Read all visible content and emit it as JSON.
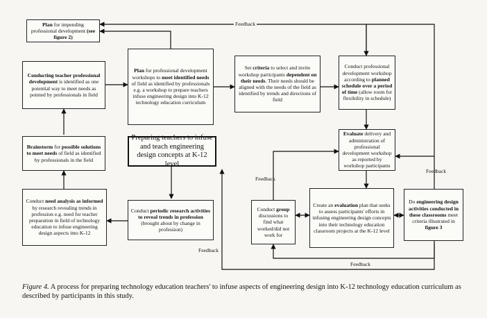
{
  "boxes": {
    "plan_pd": {
      "b": "Plan",
      "t1": " for impending professional development ",
      "b2": "(see figure 2)"
    },
    "conducting": {
      "b": "Conducting teacher professional development",
      "t1": " is identified as one potential way to meet needs as pointed by professionals in field"
    },
    "brainstorm": {
      "b": "Brainstorm",
      "t1": " for ",
      "b2": "possible solutions to meet needs",
      "t2": " of field as identified by professionals in the field"
    },
    "need_analysis": {
      "t0": "Conduct ",
      "b": "need analysis as informed",
      "t1": " by research revealing trends in profession e.g. need for teacher preparation in field of technology education to infuse engineering design aspects into K-12"
    },
    "plan_workshops": {
      "b": "Plan",
      "t1": " for professional development workshops to ",
      "b2": "meet identified needs",
      "t2": " of field as identified by professionals e.g. a workshop to prepare teachers infuse engineering design into K-12 technology education curriculum"
    },
    "criteria": {
      "t0": "Set ",
      "b": "criteria",
      "t1": " to select and invite workshop participants ",
      "b2": "dependent on their needs",
      "t2": ". Their needs should be aligned with the needs of the field as identified by trends and directions of field"
    },
    "conduct_workshop": {
      "t1": "Conduct professional development workshop according to ",
      "b": "planned schedule over a period of time",
      "t2": " (allow room for flexibility in schedule)"
    },
    "evaluate": {
      "b": "Evaluate",
      "t1": " delivery and administration of professional development workshop as reported by workshop participants"
    },
    "center": {
      "t": "Preparing teachers to infuse and teach engineering design concepts at K-12 level"
    },
    "research": {
      "t0": "Conduct ",
      "b": "periodic research activities to reveal trends in profession",
      "t1": " (brought about by change in profession)"
    },
    "group": {
      "t0": "Conduct ",
      "b": "group",
      "t1": " discussions to find what worked/did not work for"
    },
    "eval_plan": {
      "t0": "Create an ",
      "b": "evaluation",
      "t1": " plan that seeks to assess participants' efforts in infusing engineering design concepts into their technology education classroom projects at the K-12 level"
    },
    "design_act": {
      "t0": "Do ",
      "b": "engineering design activities conducted in these classrooms",
      "t1": " meet criteria illustrated in ",
      "b2": "figure 3"
    }
  },
  "labels": {
    "feedback_top": "Feedback",
    "feedback_right": "Feedback",
    "feedback_left": "Feedback",
    "feedback_bottom_left": "Feedback",
    "feedback_bottom": "Feedback"
  },
  "caption": {
    "fig": "Figure 4.",
    "text": " A process for preparing technology education teachers' to infuse aspects of engineering design into K-12 technology education curriculum as described by participants in this study."
  }
}
